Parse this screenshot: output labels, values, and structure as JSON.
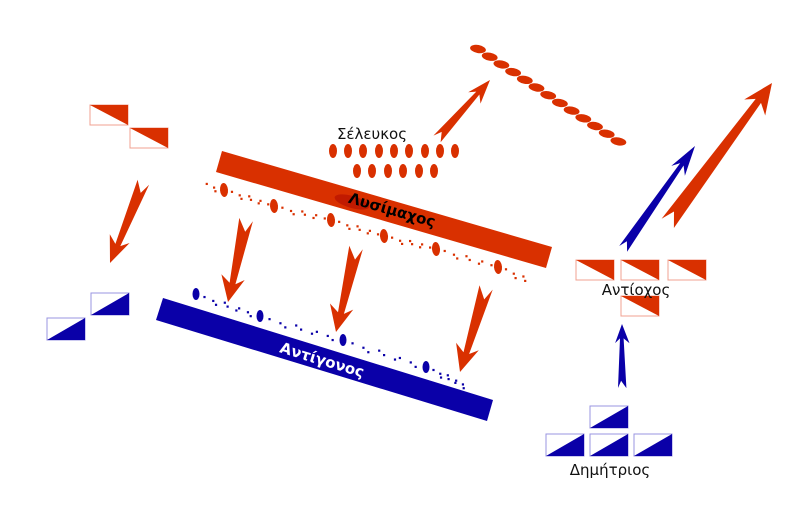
{
  "labels": {
    "seleucus": "Σέλευκος",
    "lysimachus": "Λυσίμαχος",
    "antigonus": "Αντίγονος",
    "antiochus": "Αντίοχος",
    "demetrius": "Δημήτριος"
  },
  "colors": {
    "allied_red": "#d93000",
    "antigonid_blue": "#0a00a8"
  }
}
